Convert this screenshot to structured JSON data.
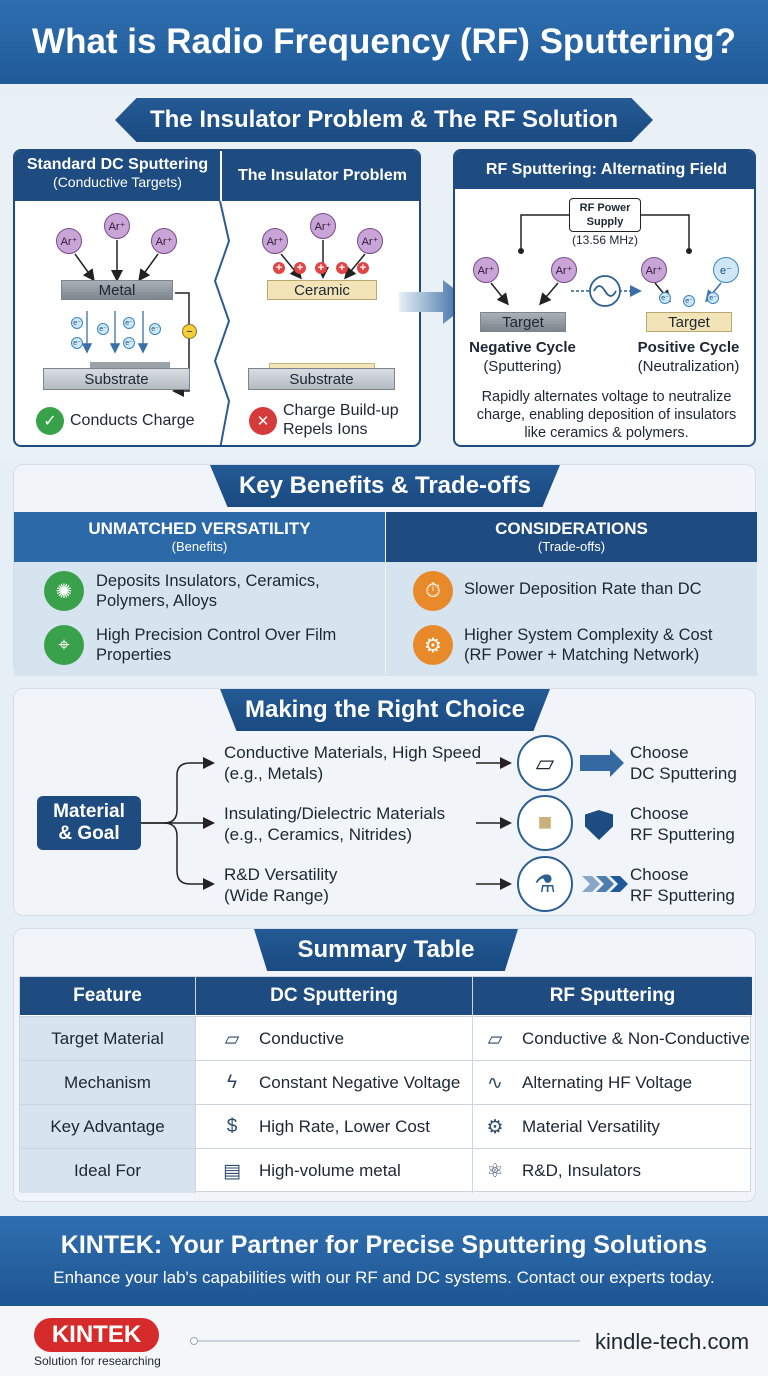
{
  "title": "What is Radio Frequency (RF) Sputtering?",
  "section1": {
    "heading": "The Insulator Problem & The RF Solution",
    "dc": {
      "title": "Standard DC Sputtering",
      "subtitle": "(Conductive Targets)",
      "target": "Metal",
      "substrate": "Substrate",
      "result": "Conducts Charge",
      "ion": "Ar⁺",
      "electron": "e⁻",
      "negative": "−"
    },
    "insulator": {
      "title": "The Insulator Problem",
      "target": "Ceramic",
      "substrate": "Substrate",
      "result_line1": "Charge Build-up",
      "result_line2": "Repels Ions",
      "ion": "Ar⁺",
      "charge": "+"
    },
    "rf": {
      "title": "RF Sputtering: Alternating Field",
      "supply_line1": "RF Power",
      "supply_line2": "Supply",
      "frequency": "(13.56 MHz)",
      "target": "Target",
      "negative_cycle": "Negative Cycle",
      "negative_desc": "(Sputtering)",
      "positive_cycle": "Positive Cycle",
      "positive_desc": "(Neutralization)",
      "description_line1": "Rapidly alternates voltage to neutralize",
      "description_line2": "charge, enabling deposition of insulators",
      "description_line3": "like ceramics & polymers.",
      "ion": "Ar⁺",
      "electron": "e⁻"
    }
  },
  "section2": {
    "heading": "Key Benefits & Trade-offs",
    "benefits": {
      "title": "UNMATCHED VERSATILITY",
      "subtitle": "(Benefits)",
      "items": [
        {
          "line1": "Deposits Insulators, Ceramics,",
          "line2": "Polymers, Alloys"
        },
        {
          "line1": "High Precision Control Over Film",
          "line2": "Properties"
        }
      ]
    },
    "tradeoffs": {
      "title": "CONSIDERATIONS",
      "subtitle": "(Trade-offs)",
      "items": [
        {
          "line1": "Slower Deposition Rate than DC",
          "line2": ""
        },
        {
          "line1": "Higher System Complexity & Cost",
          "line2": "(RF Power + Matching Network)"
        }
      ]
    }
  },
  "section3": {
    "heading": "Making the Right Choice",
    "root_line1": "Material",
    "root_line2": "& Goal",
    "branches": [
      {
        "line1": "Conductive Materials, High Speed",
        "line2": "(e.g., Metals)",
        "choose": "Choose",
        "result": "DC Sputtering"
      },
      {
        "line1": "Insulating/Dielectric Materials",
        "line2": "(e.g., Ceramics, Nitrides)",
        "choose": "Choose",
        "result": "RF Sputtering"
      },
      {
        "line1": "R&D Versatility",
        "line2": "(Wide Range)",
        "choose": "Choose",
        "result": "RF Sputtering"
      }
    ]
  },
  "section4": {
    "heading": "Summary Table",
    "headers": [
      "Feature",
      "DC Sputtering",
      "RF Sputtering"
    ],
    "rows": [
      {
        "feature": "Target Material",
        "dc": "Conductive",
        "rf": "Conductive & Non-Conductive"
      },
      {
        "feature": "Mechanism",
        "dc": "Constant Negative Voltage",
        "rf": "Alternating HF Voltage"
      },
      {
        "feature": "Key Advantage",
        "dc": "High Rate, Lower Cost",
        "rf": "Material Versatility"
      },
      {
        "feature": "Ideal For",
        "dc": "High-volume metal",
        "rf": "R&D, Insulators"
      }
    ]
  },
  "footer": {
    "headline": "KINTEK: Your Partner for Precise Sputtering Solutions",
    "tagline": "Enhance your lab's capabilities with our RF and DC systems. Contact our experts today.",
    "brand": "KINTEK",
    "brand_tagline": "Solution for researching",
    "website": "kindle-tech.com"
  },
  "colors": {
    "primary": "#1f5a98",
    "dark": "#1a4a80",
    "green": "#3aa14b",
    "orange": "#e98a2a",
    "red": "#d63b3b"
  }
}
